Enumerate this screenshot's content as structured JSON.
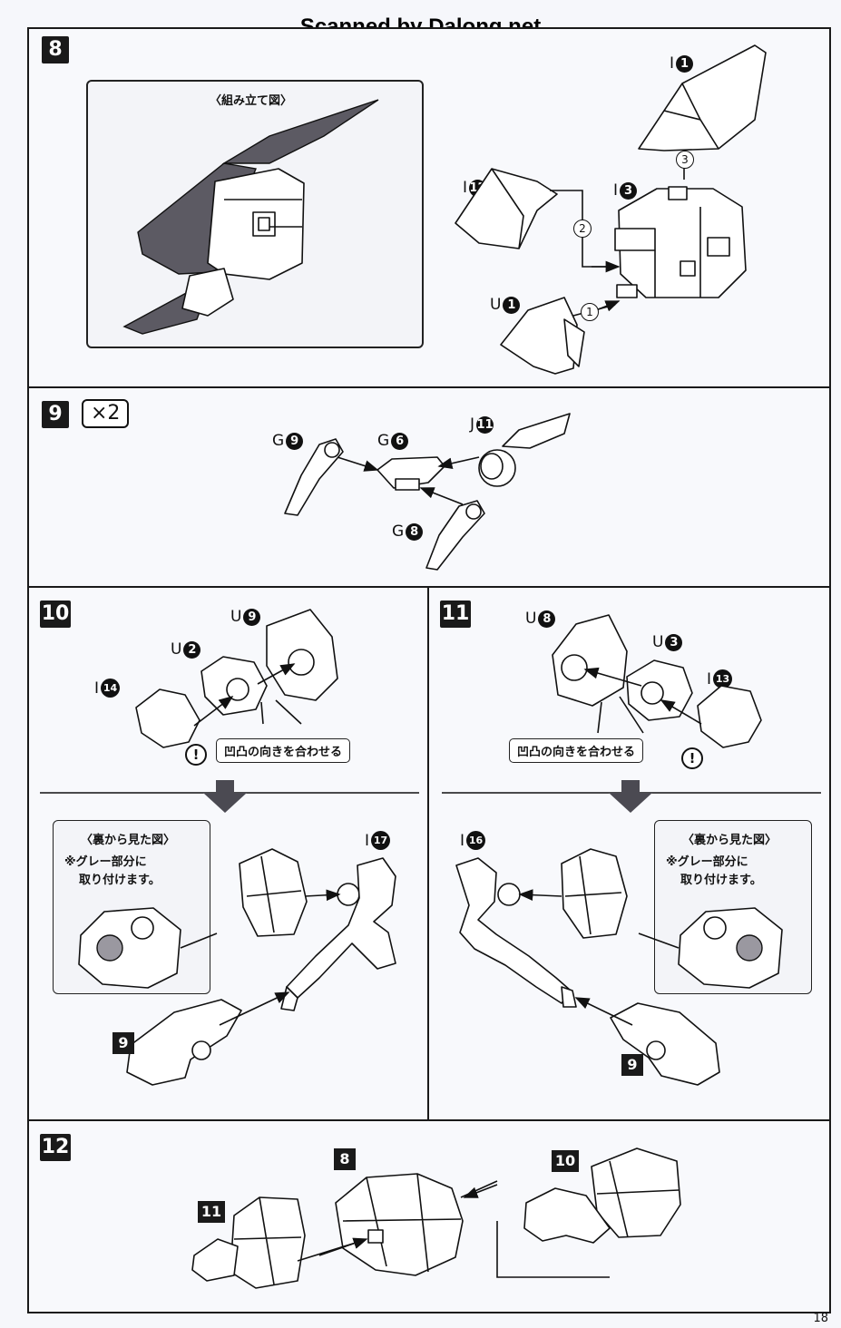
{
  "watermark": "Scanned by Dalong.net",
  "page_number": "18",
  "steps": {
    "s8": {
      "number": "8",
      "assembled_view_title": "〈組み立て図〉",
      "parts": {
        "i1": {
          "letter": "I",
          "num": "1"
        },
        "i12": {
          "letter": "I",
          "num": "12"
        },
        "i3": {
          "letter": "I",
          "num": "3"
        },
        "u1": {
          "letter": "U",
          "num": "1"
        }
      },
      "order": [
        "1",
        "2",
        "3"
      ]
    },
    "s9": {
      "number": "9",
      "multiplier": "×2",
      "parts": {
        "g9": {
          "letter": "G",
          "num": "9"
        },
        "g6": {
          "letter": "G",
          "num": "6"
        },
        "j11": {
          "letter": "J",
          "num": "11"
        },
        "g8": {
          "letter": "G",
          "num": "8"
        }
      }
    },
    "s10": {
      "number": "10",
      "parts": {
        "u9": {
          "letter": "U",
          "num": "9"
        },
        "u2": {
          "letter": "U",
          "num": "2"
        },
        "i14": {
          "letter": "I",
          "num": "14"
        },
        "i17": {
          "letter": "I",
          "num": "17"
        }
      },
      "caution": "凹凸の向きを合わせる",
      "exclamation": "!",
      "back_view_title": "〈裏から見た図〉",
      "back_view_note_1": "※グレー部分に",
      "back_view_note_2": "取り付けます。",
      "sub_step": "9"
    },
    "s11": {
      "number": "11",
      "parts": {
        "u8": {
          "letter": "U",
          "num": "8"
        },
        "u3": {
          "letter": "U",
          "num": "3"
        },
        "i13": {
          "letter": "I",
          "num": "13"
        },
        "i16": {
          "letter": "I",
          "num": "16"
        }
      },
      "caution": "凹凸の向きを合わせる",
      "exclamation": "!",
      "back_view_title": "〈裏から見た図〉",
      "back_view_note_1": "※グレー部分に",
      "back_view_note_2": "取り付けます。",
      "sub_step": "9"
    },
    "s12": {
      "number": "12",
      "sub_steps": {
        "a": "8",
        "b": "10",
        "c": "11"
      }
    }
  }
}
